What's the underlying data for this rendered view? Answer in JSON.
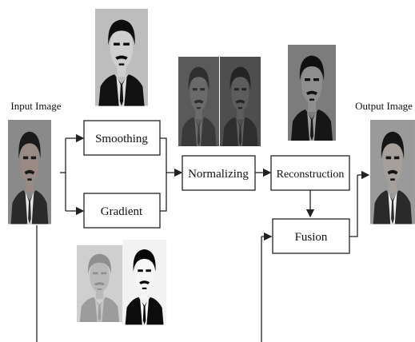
{
  "input_label": "Input Image",
  "output_label": "Output Image",
  "blocks": {
    "smoothing": "Smoothing",
    "gradient": "Gradient",
    "normalizing": "Normalizing",
    "reconstruction": "Reconstruction",
    "fusion": "Fusion"
  },
  "colors": {
    "line": "#222222",
    "box_fill": "#ffffff",
    "box_border": "#222222"
  }
}
